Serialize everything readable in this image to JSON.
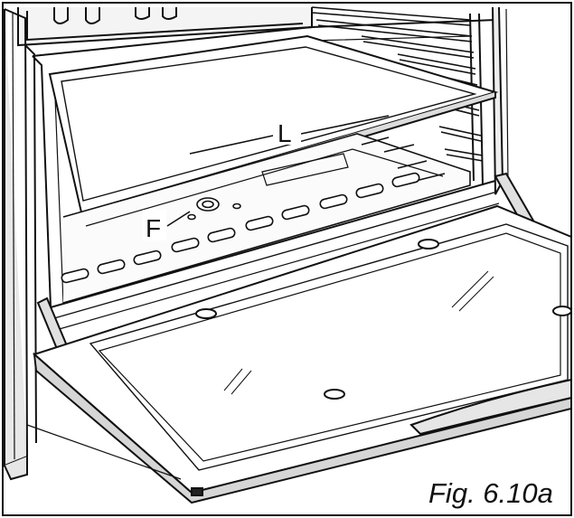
{
  "labels": {
    "L": "L",
    "F": "F"
  },
  "caption": "Fig. 6.10a",
  "colors": {
    "line": "#111111",
    "shade": "#d9d9d9",
    "light": "#f2f2f2",
    "background": "#ffffff"
  }
}
